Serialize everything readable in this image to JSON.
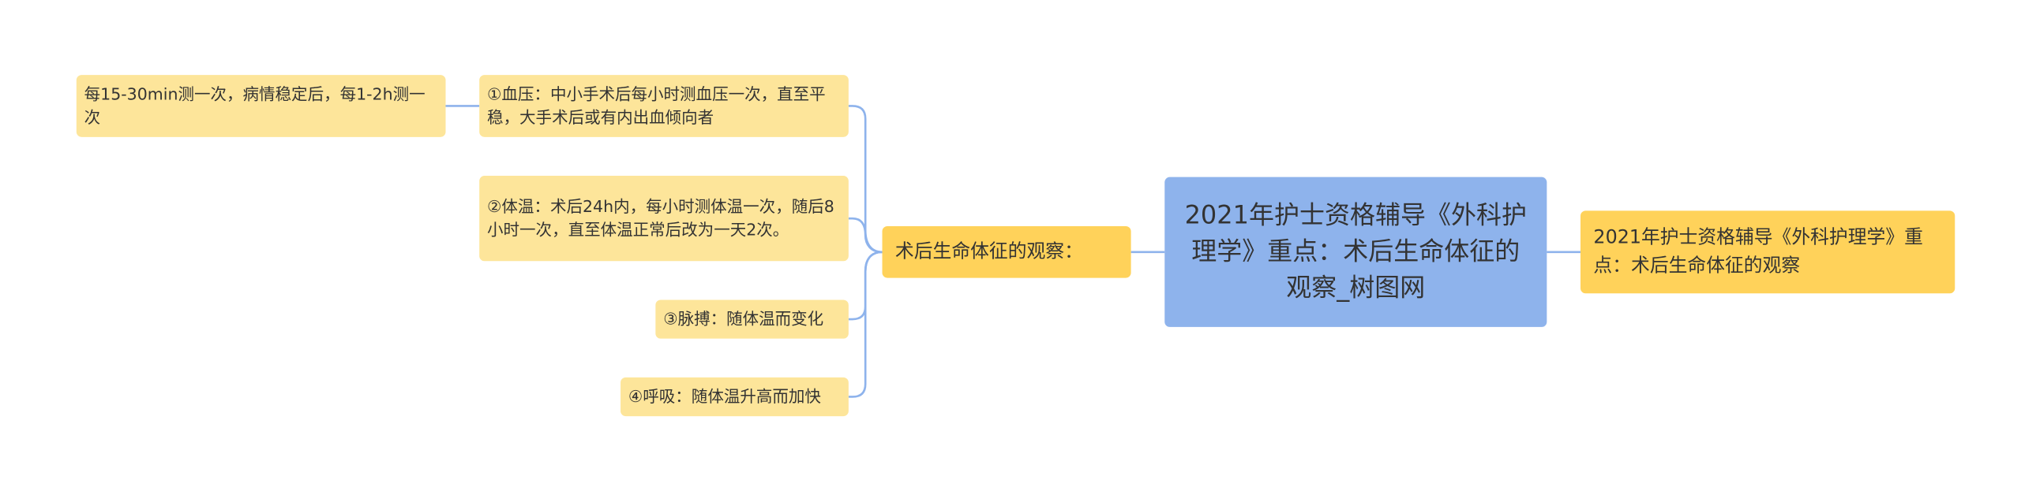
{
  "mindmap": {
    "central_topic": "2021年护士资格辅导《外科护理学》重点：术后生命体征的观察_树图网",
    "right_topic": "2021年护士资格辅导《外科护理学》重点：术后生命体征的观察",
    "left_topic": "术后生命体征的观察：",
    "subtopics": [
      "①血压：中小手术后每小时测血压一次，直至平稳，大手术后或有内出血倾向者",
      "②体温：术后24h内，每小时测体温一次，随后8小时一次，直至体温正常后改为一天2次。",
      "③脉搏：随体温而变化",
      "④呼吸：随体温升高而加快"
    ],
    "detail": "每15-30min测一次，病情稳定后，每1-2h测一次"
  },
  "colors": {
    "central_fill": "#8eb3ec",
    "topic_fill": "#ffd25a",
    "leaf_fill": "#fde59a",
    "connector": "#8eb3ec"
  }
}
